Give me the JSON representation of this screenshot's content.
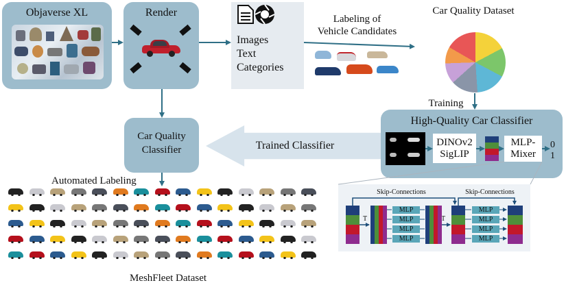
{
  "objaverse": {
    "title": "Objaverse XL"
  },
  "render": {
    "title": "Render"
  },
  "outputs": {
    "line1": "Images",
    "line2": "Text",
    "line3": "Categories"
  },
  "labeling": {
    "line1": "Labeling  of",
    "line2": "Vehicle Candidates"
  },
  "dataset": {
    "title": "Car Quality Dataset"
  },
  "training": {
    "label": "Training"
  },
  "hq_classifier": {
    "title": "High-Quality Car Classifier",
    "encoders": [
      "DINOv2",
      "SigLIP"
    ],
    "mixer": [
      "MLP-",
      "Mixer"
    ],
    "outputs": [
      "0",
      "1"
    ]
  },
  "trained": {
    "label": "Trained Classifier"
  },
  "cq_classifier": {
    "line1": "Car Quality",
    "line2": "Classifier"
  },
  "automated": {
    "label": "Automated Labeling"
  },
  "meshfleet": {
    "label": "MeshFleet Dataset"
  },
  "mixer_detail": {
    "skip1": "Skip-Connections",
    "skip2": "Skip-Connections",
    "mlp": "MLP",
    "transpose": "T"
  },
  "colors": {
    "box": "#9dbccc",
    "arrow": "#2f6f86",
    "light_arrow": "#d7e3ec",
    "blue": "#1f3f7a",
    "green": "#4e8f3a",
    "red": "#c2182b",
    "purple": "#8e2c8e",
    "mlp": "#5aa6b8"
  }
}
